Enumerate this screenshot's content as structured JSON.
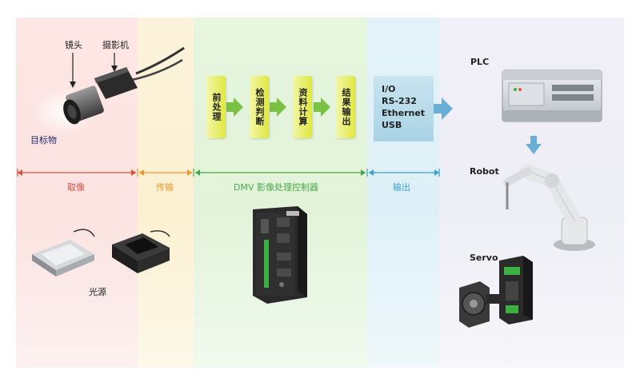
{
  "capture": {
    "lens_label": "镜头",
    "camera_label": "摄影机",
    "target_label": "目标物",
    "light_label": "光源"
  },
  "controller": {
    "steps": [
      "前处理",
      "检测判断",
      "资料计算",
      "结果输出"
    ]
  },
  "interfaces": [
    "I/O",
    "RS-232",
    "Ethernet",
    "USB"
  ],
  "devices": {
    "plc": "PLC",
    "robot": "Robot",
    "servo": "Servo"
  },
  "segments": {
    "capture": "取像",
    "transmit": "传输",
    "controller": "DMV 影像处理控制器",
    "output": "输出"
  },
  "colors": {
    "capture": "#d9503f",
    "transmit": "#e89a2c",
    "controller": "#4aa84c",
    "output": "#3a9fd0",
    "flow_arrow": "#7bc144",
    "device_arrow": "#6aaed6"
  }
}
